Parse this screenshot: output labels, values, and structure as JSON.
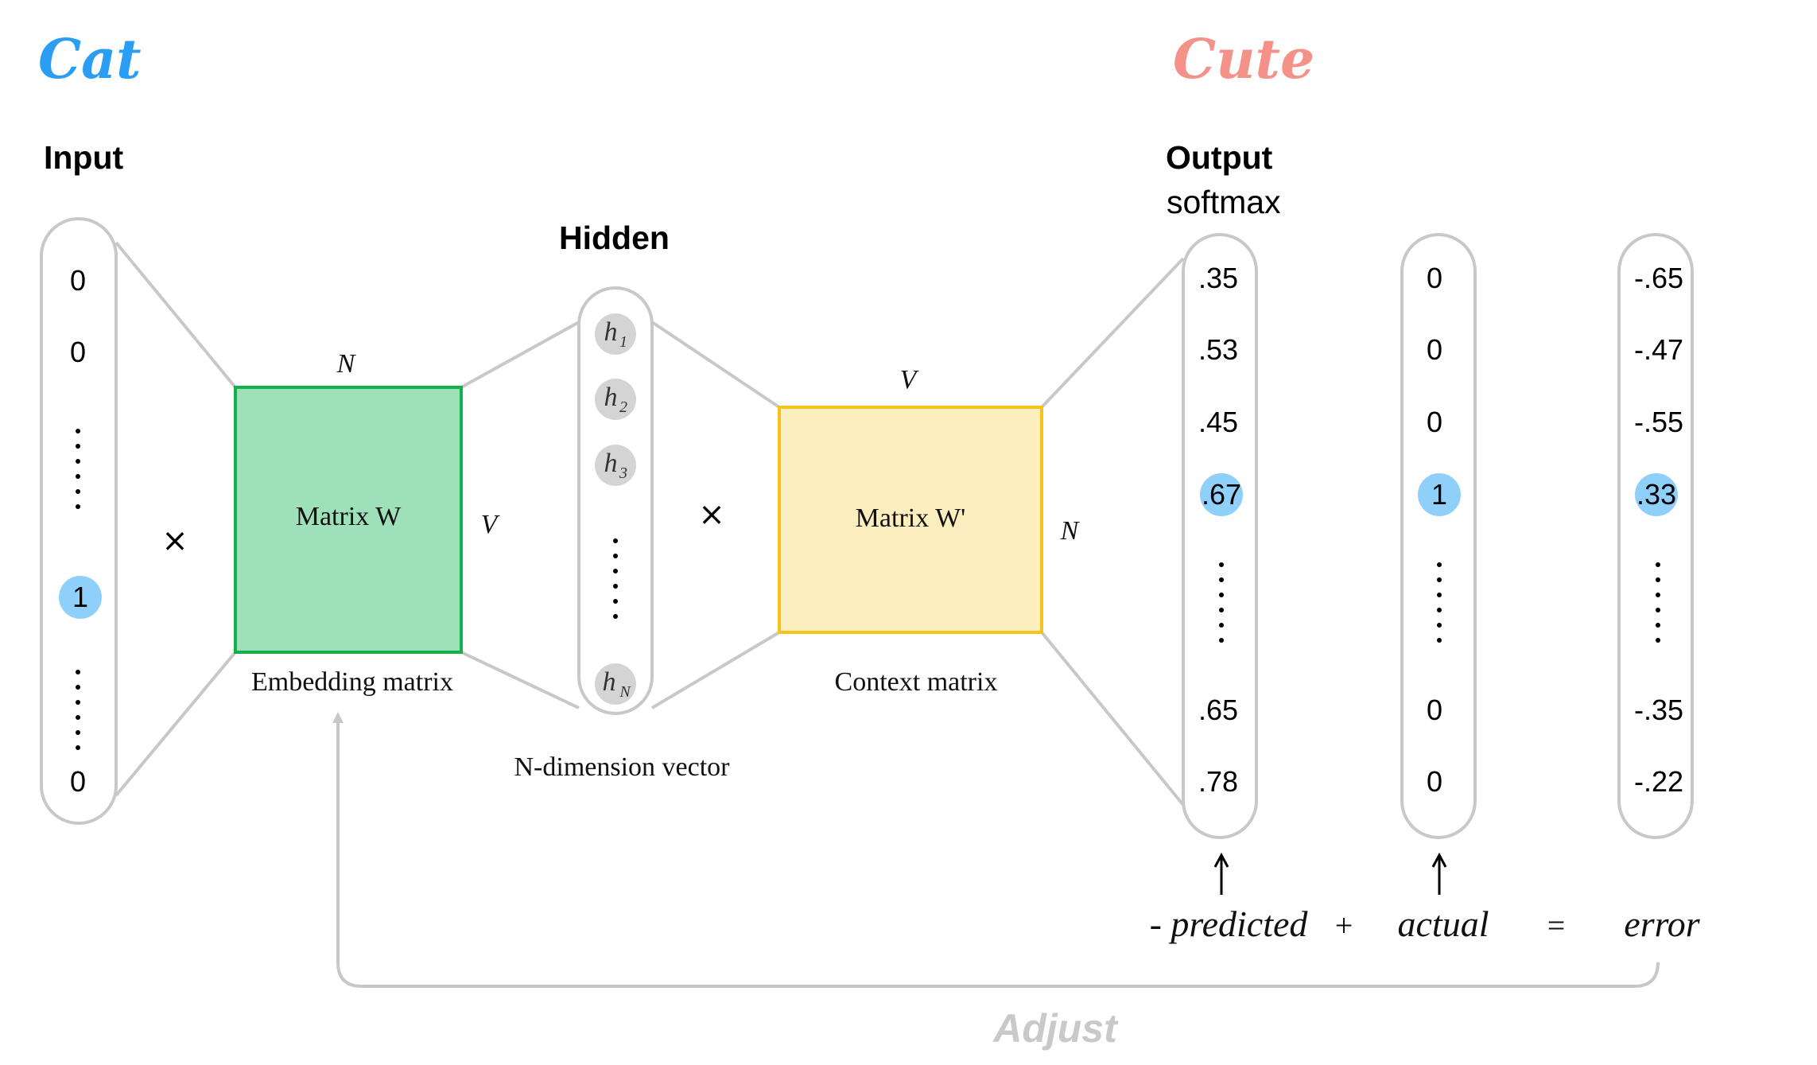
{
  "input_word": "Cat",
  "output_word": "Cute",
  "colors": {
    "input_word": "#2a9df4",
    "output_word": "#f4928a",
    "matrix_w_fill": "#9de0b9",
    "matrix_w_stroke": "#12b14b",
    "matrix_wp_fill": "#fdeec0",
    "matrix_wp_stroke": "#f7c21a",
    "highlight": "#8fd0fa",
    "outline": "#c8c8c8"
  },
  "headings": {
    "input": "Input",
    "hidden": "Hidden",
    "output": "Output",
    "output_sub": "softmax"
  },
  "input_vector": {
    "top": [
      "0",
      "0"
    ],
    "one_hot": "1",
    "bottom": [
      "0"
    ]
  },
  "operators": {
    "times_1": "×",
    "times_2": "×"
  },
  "matrix_w": {
    "label": "Matrix W",
    "top_dim": "N",
    "side_dim": "V",
    "caption": "Embedding matrix"
  },
  "hidden_vector": {
    "nodes": [
      {
        "base": "h",
        "sub": "1"
      },
      {
        "base": "h",
        "sub": "2"
      },
      {
        "base": "h",
        "sub": "3"
      },
      {
        "base": "h",
        "sub": "N"
      }
    ],
    "caption": "N-dimension vector"
  },
  "matrix_wp": {
    "label": "Matrix W'",
    "top_dim": "V",
    "side_dim": "N",
    "caption": "Context matrix"
  },
  "predicted_vector": {
    "top": [
      ".35",
      ".53",
      ".45"
    ],
    "highlight": ".67",
    "bottom": [
      ".65",
      ".78"
    ]
  },
  "actual_vector": {
    "top": [
      "0",
      "0",
      "0"
    ],
    "highlight": "1",
    "bottom": [
      "0",
      "0"
    ]
  },
  "error_vector": {
    "top": [
      "-.65",
      "-.47",
      "-.55"
    ],
    "highlight": ".33",
    "bottom": [
      "-.35",
      "-.22"
    ]
  },
  "equation": {
    "predicted": "- predicted",
    "plus": "+",
    "actual": "actual",
    "equals": "=",
    "error": "error"
  },
  "feedback_label": "Adjust"
}
